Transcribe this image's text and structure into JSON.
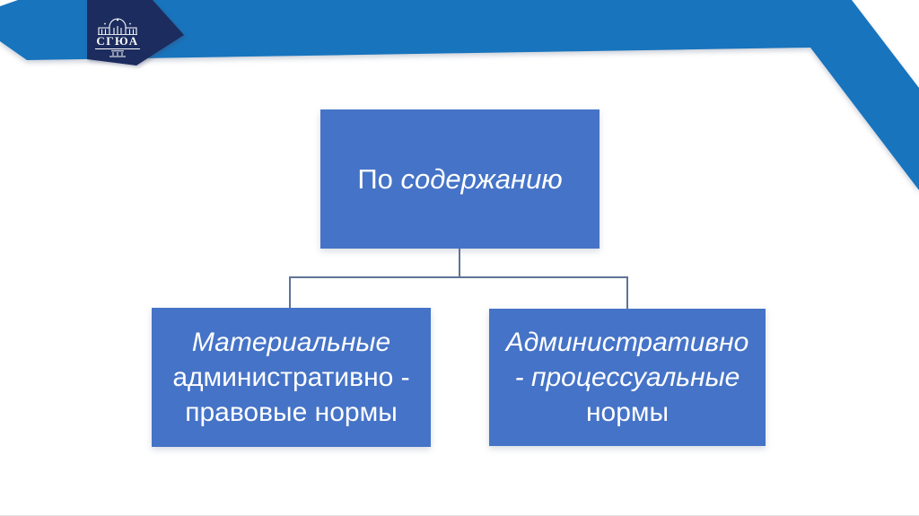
{
  "slide": {
    "colors": {
      "band_blue": "#1874BD",
      "pennant_navy": "#1C2C5E",
      "node_fill": "#4573C7",
      "node_text": "#FFFFFF",
      "connector": "#5F7396"
    },
    "logo": {
      "academy_abbreviation": "СГЮА",
      "icon": "temple-building-icon"
    },
    "diagram": {
      "type": "hierarchy-tree",
      "root": {
        "text_normal": "По ",
        "text_italic": "содержанию"
      },
      "children": [
        {
          "line1": "Материальные",
          "line2": "административно -",
          "line3": "правовые нормы"
        },
        {
          "line1": "Административно",
          "line2": "- процессуальные",
          "line3": "нормы"
        }
      ]
    }
  }
}
